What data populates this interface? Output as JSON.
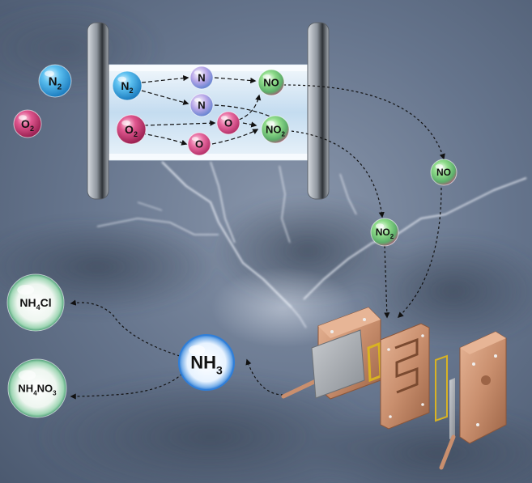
{
  "molecules": {
    "n2_free": {
      "base": "N",
      "sub": "2"
    },
    "o2_free": {
      "base": "O",
      "sub": "2"
    },
    "n2_in": {
      "base": "N",
      "sub": "2"
    },
    "o2_in": {
      "base": "O",
      "sub": "2"
    },
    "n_top": {
      "base": "N",
      "sub": ""
    },
    "n_mid": {
      "base": "N",
      "sub": ""
    },
    "o_mid": {
      "base": "O",
      "sub": ""
    },
    "o_low": {
      "base": "O",
      "sub": ""
    },
    "no_in": {
      "base": "NO",
      "sub": ""
    },
    "no2_in": {
      "base": "NO",
      "sub": "2"
    },
    "no_out": {
      "base": "NO",
      "sub": ""
    },
    "no2_out": {
      "base": "NO",
      "sub": "2"
    },
    "nh3": {
      "base": "NH",
      "sub": "3"
    },
    "nh4cl": {
      "pre": "NH",
      "sub": "4",
      "post": "Cl"
    },
    "nh4no3": {
      "pre": "NH",
      "sub": "4",
      "mid": "NO",
      "sub2": "3"
    }
  },
  "colors": {
    "sky": "#5c6c84",
    "nitrogen": "#2a9ee0",
    "oxygen": "#c8326e",
    "no_green": "#6ac86a",
    "copper": "#c98f6e",
    "plasma_tube": "#dcebf7"
  }
}
